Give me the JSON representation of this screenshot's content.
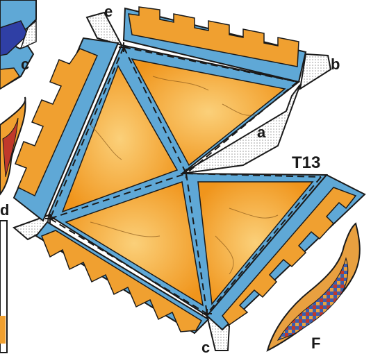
{
  "piece_code": "T13",
  "vertex_labels": {
    "e": "e",
    "b": "b",
    "a": "a",
    "c_bottom": "c",
    "c_top_left": "c",
    "d": "d"
  },
  "piece_f_label": "F",
  "colors": {
    "fill_orange": "#f5a623",
    "fill_light": "#fbd07a",
    "border_blue": "#5fa8d6",
    "border_blue_dark": "#2f6fa5",
    "crenel_orange": "#f0a030",
    "outline": "#1a1a1a",
    "dots_gray": "#c8c8c8",
    "piece_f_red": "#c0392b",
    "piece_f_blue": "#3a5fb0",
    "piece_f_orange": "#e8a040"
  }
}
